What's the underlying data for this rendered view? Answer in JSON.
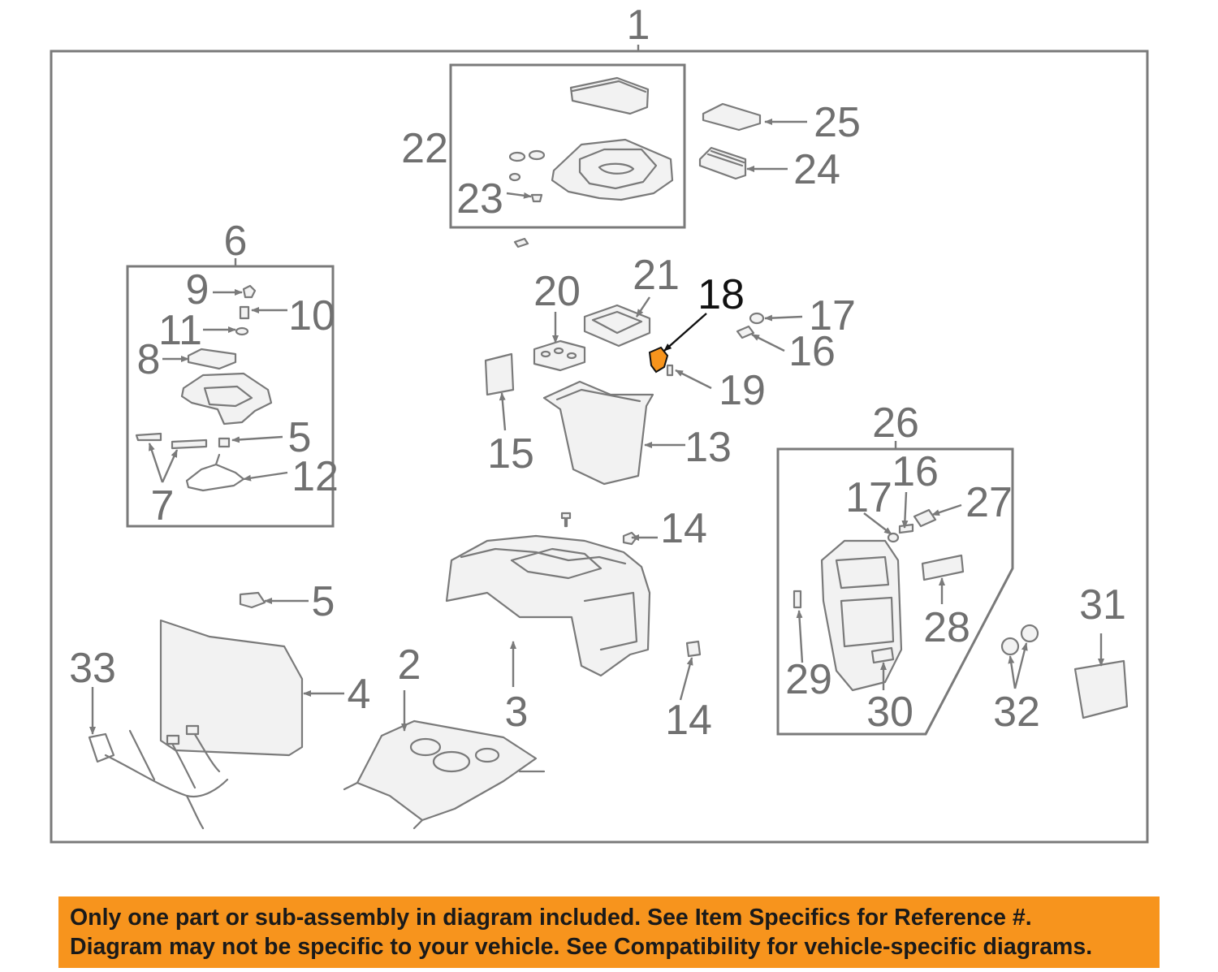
{
  "diagram": {
    "labels": {
      "n1": "1",
      "n2": "2",
      "n3": "3",
      "n4": "4",
      "n5a": "5",
      "n5b": "5",
      "n6": "6",
      "n7": "7",
      "n8": "8",
      "n9": "9",
      "n10": "10",
      "n11": "11",
      "n12": "12",
      "n13": "13",
      "n14a": "14",
      "n14b": "14",
      "n15": "15",
      "n16a": "16",
      "n16b": "16",
      "n17a": "17",
      "n17b": "17",
      "n18": "18",
      "n19": "19",
      "n20": "20",
      "n21": "21",
      "n22": "22",
      "n23": "23",
      "n24": "24",
      "n25": "25",
      "n26": "26",
      "n27": "27",
      "n28": "28",
      "n29": "29",
      "n30": "30",
      "n31": "31",
      "n32": "32",
      "n33": "33"
    },
    "highlight_part": "18",
    "highlight_color": "#f7941d",
    "line_color": "#7a7a7a"
  },
  "notice": {
    "line1": "Only one part or sub-assembly in diagram included. See Item Specifics for Reference #.",
    "line2": "Diagram may not be specific to your vehicle. See Compatibility for vehicle-specific diagrams.",
    "background": "#f7941d"
  }
}
